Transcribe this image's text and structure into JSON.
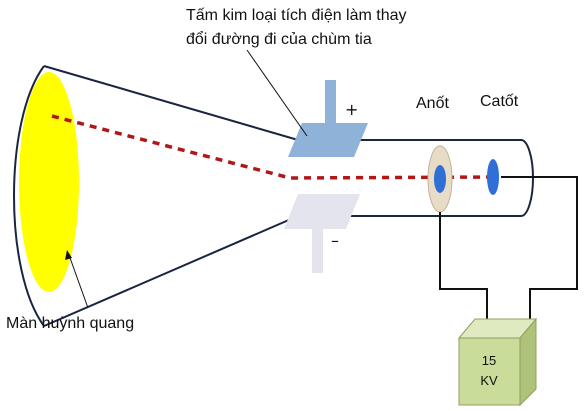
{
  "labels": {
    "deflector_line1": "Tấm kim loại tích điện làm thay",
    "deflector_line2": "đổi đường đi của chùm tia",
    "anode": "Anốt",
    "cathode": "Catốt",
    "screen": "Màn huỳnh quang",
    "plus": "+",
    "minus": "–",
    "supply_line1": "15",
    "supply_line2": "KV"
  },
  "colors": {
    "screen": "#ffff00",
    "beam": "#b01818",
    "upper_plate": "#8fb2d8",
    "lower_plate": "#e4e4ef",
    "anode_ring": "#e8dcc6",
    "electrode_core": "#2f6fd6",
    "power_supply": "#c9dc9a",
    "wire": "#111111"
  }
}
